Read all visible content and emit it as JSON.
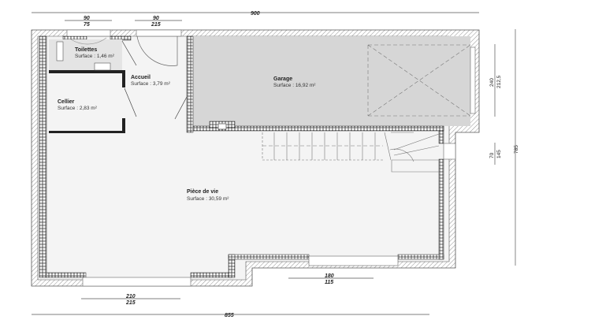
{
  "rooms": [
    {
      "name": "Toilettes",
      "surface": "Surface : 1,46 m²"
    },
    {
      "name": "Accueil",
      "surface": "Surface : 3,79 m²"
    },
    {
      "name": "Cellier",
      "surface": "Surface : 2,83 m²"
    },
    {
      "name": "Garage",
      "surface": "Surface : 16,92 m²"
    },
    {
      "name": "Pièce de vie",
      "surface": "Surface : 30,59 m²"
    }
  ],
  "dimensions": {
    "top_total": "900",
    "bottom_total": "855",
    "right_total": "785",
    "opening_toilettes": {
      "top": "90",
      "bottom": "75"
    },
    "opening_entry": {
      "top": "90",
      "bottom": "215"
    },
    "opening_garage": {
      "top": "240",
      "bottom": "212,5"
    },
    "opening_right_small": {
      "top": "70",
      "bottom": "145"
    },
    "opening_bottom_left": {
      "top": "210",
      "bottom": "215"
    },
    "opening_bottom_right": {
      "top": "180",
      "bottom": "115"
    }
  },
  "colors": {
    "garage_fill": "#d6d6d6",
    "room_fill": "#f4f4f4",
    "wc_fill": "#e4e4e4",
    "wall": "#555555"
  }
}
